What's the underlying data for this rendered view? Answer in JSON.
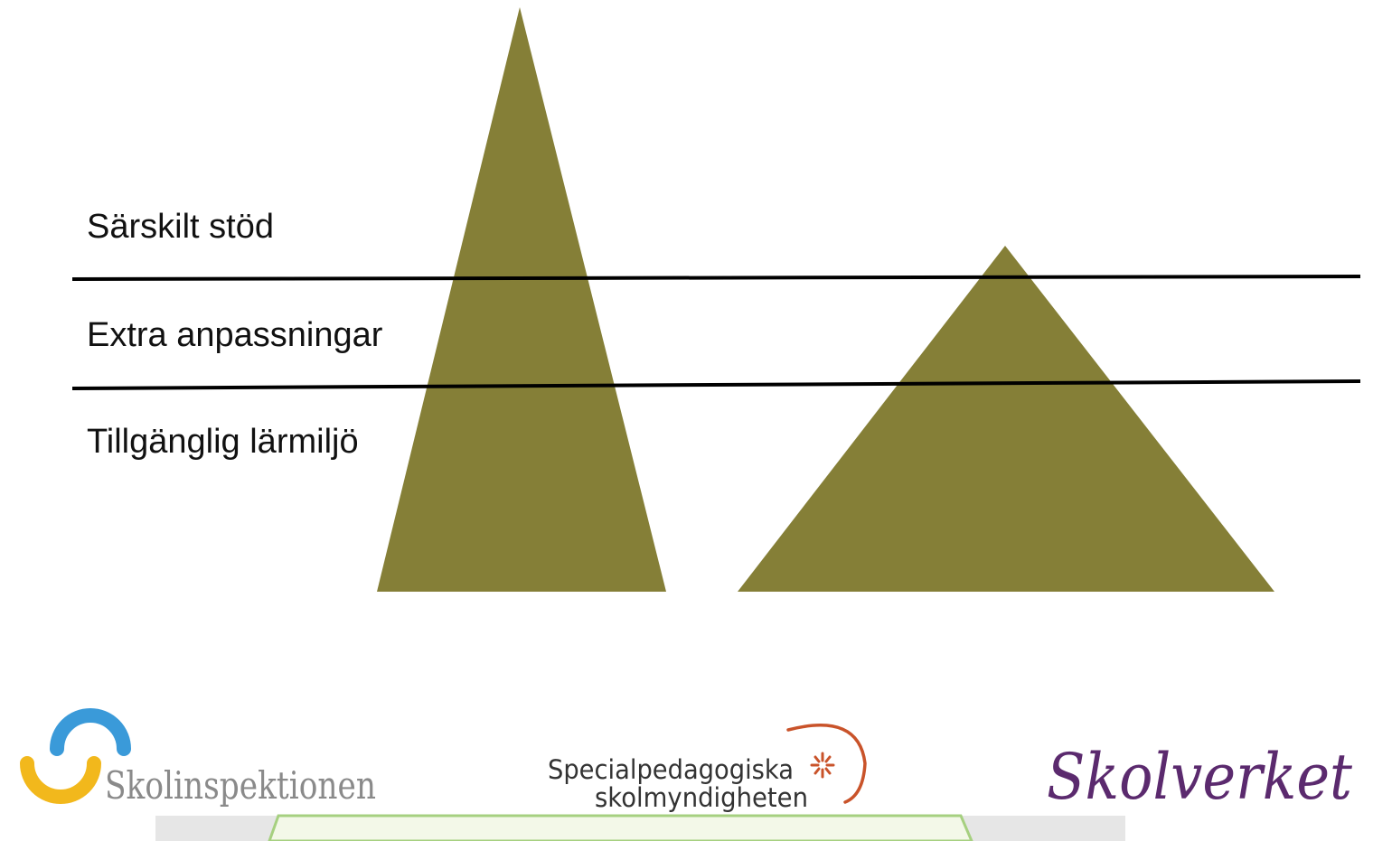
{
  "levels": [
    {
      "label": "Särskilt stöd"
    },
    {
      "label": "Extra anpassningar"
    },
    {
      "label": "Tillgänglig lärmiljö"
    }
  ],
  "shapes": {
    "triangle_color": "#857f37",
    "line_color": "#000000"
  },
  "logos": {
    "skolinspektionen": {
      "name": "Skolinspektionen",
      "colors": {
        "blue": "#3a9ad9",
        "yellow": "#f2b81c",
        "text": "#8a8a8a"
      }
    },
    "spsm": {
      "line1": "Specialpedagogiska",
      "line2": "skolmyndigheten",
      "colors": {
        "arc": "#c9532a",
        "star": "#c9532a",
        "text": "#333333"
      }
    },
    "skolverket": {
      "name": "Skolverket",
      "color": "#5b2a6e"
    }
  },
  "footer_colors": {
    "bar": "#e6e6e6",
    "shape_fill": "#f3f8e8",
    "shape_stroke": "#a6d080"
  }
}
